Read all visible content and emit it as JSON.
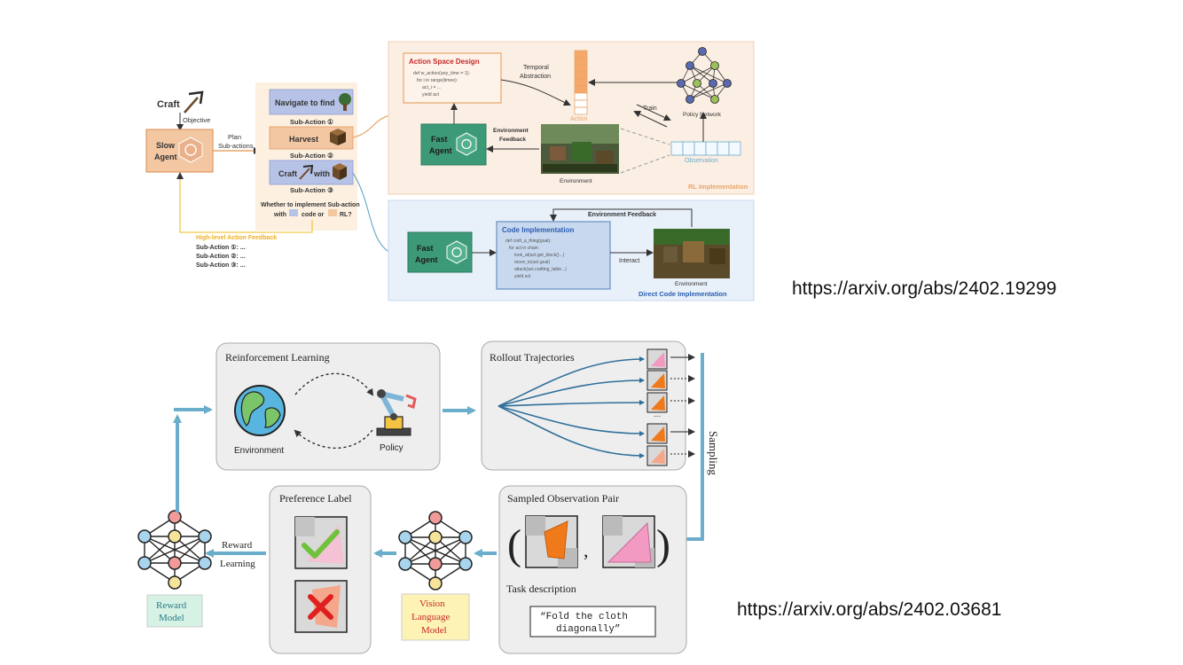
{
  "top": {
    "craft": "Craft",
    "objective": "Objective",
    "slow_agent": [
      "Slow",
      "Agent"
    ],
    "plan": [
      "Plan",
      "Sub-actions"
    ],
    "sub_actions": [
      {
        "label": "Navigate to find",
        "caption": "Sub-Action ①"
      },
      {
        "label": "Harvest",
        "caption": "Sub-Action ②"
      },
      {
        "label": "Craft",
        "with": "with",
        "caption": "Sub-Action ③"
      }
    ],
    "question": [
      "Whether to implement Sub-action",
      "with",
      "code or",
      "RL?"
    ],
    "feedback_title": "High-level Action Feedback",
    "feedback_items": [
      "Sub-Action ①: ...",
      "Sub-Action ②: ...",
      "Sub-Action ③: ..."
    ],
    "rl_panel": {
      "title": "Action Space Design",
      "code": [
        "def w_action(any_time = 1):",
        "for i in range(times):",
        "act_i = ...",
        "yield act"
      ],
      "temporal": [
        "Temporal",
        "Abstraction"
      ],
      "action": "Action",
      "train": "Train",
      "policy_network": "Policy Network",
      "fast_agent": [
        "Fast",
        "Agent"
      ],
      "env_feedback": [
        "Environment",
        "Feedback"
      ],
      "environment": "Environment",
      "observation": "Observation",
      "footer": "RL Implementation"
    },
    "code_panel": {
      "env_feedback": "Environment Feedback",
      "fast_agent": [
        "Fast",
        "Agent"
      ],
      "title": "Code Implementation",
      "code": [
        "def craft_a_thing(goal):",
        "for act in chain:",
        "look_at(act.get_block()...)",
        "move_to(act.goal)",
        "attack(act.crafting_table...)",
        "yield act"
      ],
      "interact": "Interact",
      "environment": "Environment",
      "footer": "Direct Code Implementation"
    },
    "url": "https://arxiv.org/abs/2402.19299"
  },
  "bottom": {
    "rl_title": "Reinforcement Learning",
    "environment": "Environment",
    "policy": "Policy",
    "rollout_title": "Rollout Trajectories",
    "ellipsis": "...",
    "sampling": "Sampling",
    "sampled_title": "Sampled Observation Pair",
    "task_description": "Task description",
    "task_text": [
      "“Fold the cloth",
      "diagonally”"
    ],
    "preference_title": "Preference Label",
    "vlm": [
      "Vision",
      "Language",
      "Model"
    ],
    "reward_learning": [
      "Reward",
      "Learning"
    ],
    "reward_model": [
      "Reward",
      "Model"
    ],
    "url": "https://arxiv.org/abs/2402.03681"
  },
  "colors": {
    "arrow_blue": "#6aaecb",
    "slow_agent": "#f3c7a2",
    "fast_agent": "#3d9a78",
    "rl_panel_bg": "#fbeee3",
    "code_panel_bg": "#e8f0fa",
    "reward_model_bg": "#d6f2e4",
    "vlm_bg": "#fdf3b5",
    "node_red": "#f19a9a",
    "node_yellow": "#f6e49a",
    "node_blue": "#a8d4ee"
  }
}
